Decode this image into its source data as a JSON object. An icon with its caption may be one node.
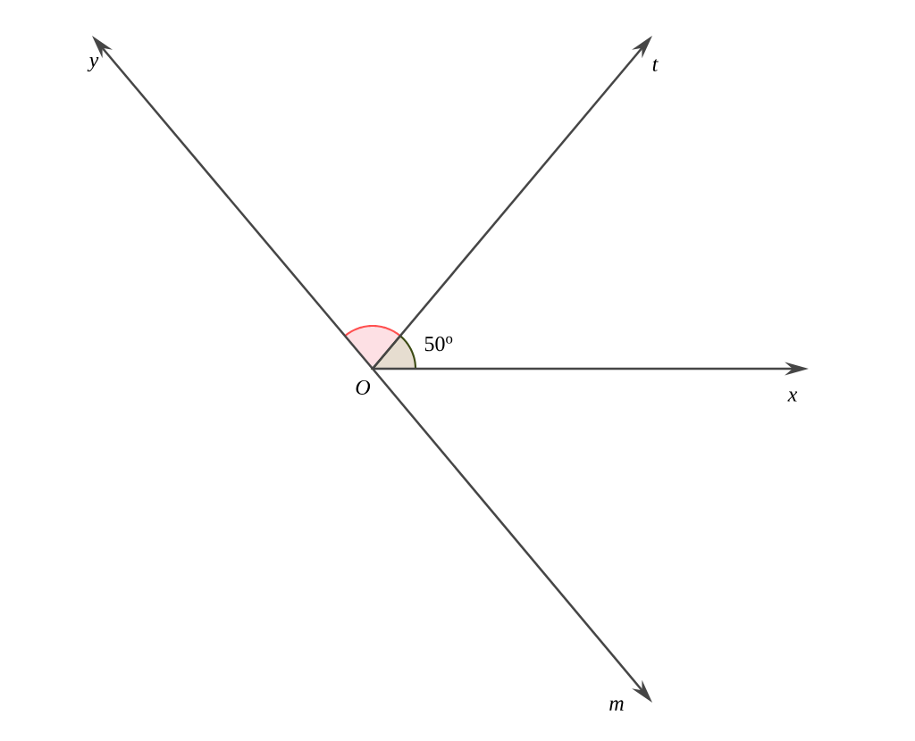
{
  "diagram": {
    "nodes": [
      {
        "text": [
          "O"
        ]
      },
      {
        "text": [
          "y"
        ]
      },
      {
        "text": [
          "t"
        ]
      },
      {
        "text": [
          "x"
        ]
      },
      {
        "text": [
          "m"
        ]
      }
    ],
    "edges": [
      {
        "from": 0,
        "to": 1,
        "arrow": "to"
      },
      {
        "from": 0,
        "to": 2,
        "arrow": "to"
      },
      {
        "from": 0,
        "to": 3,
        "arrow": "to"
      },
      {
        "from": 0,
        "to": 4,
        "arrow": "to"
      }
    ],
    "labels": [
      "50$^{o}$"
    ]
  }
}
